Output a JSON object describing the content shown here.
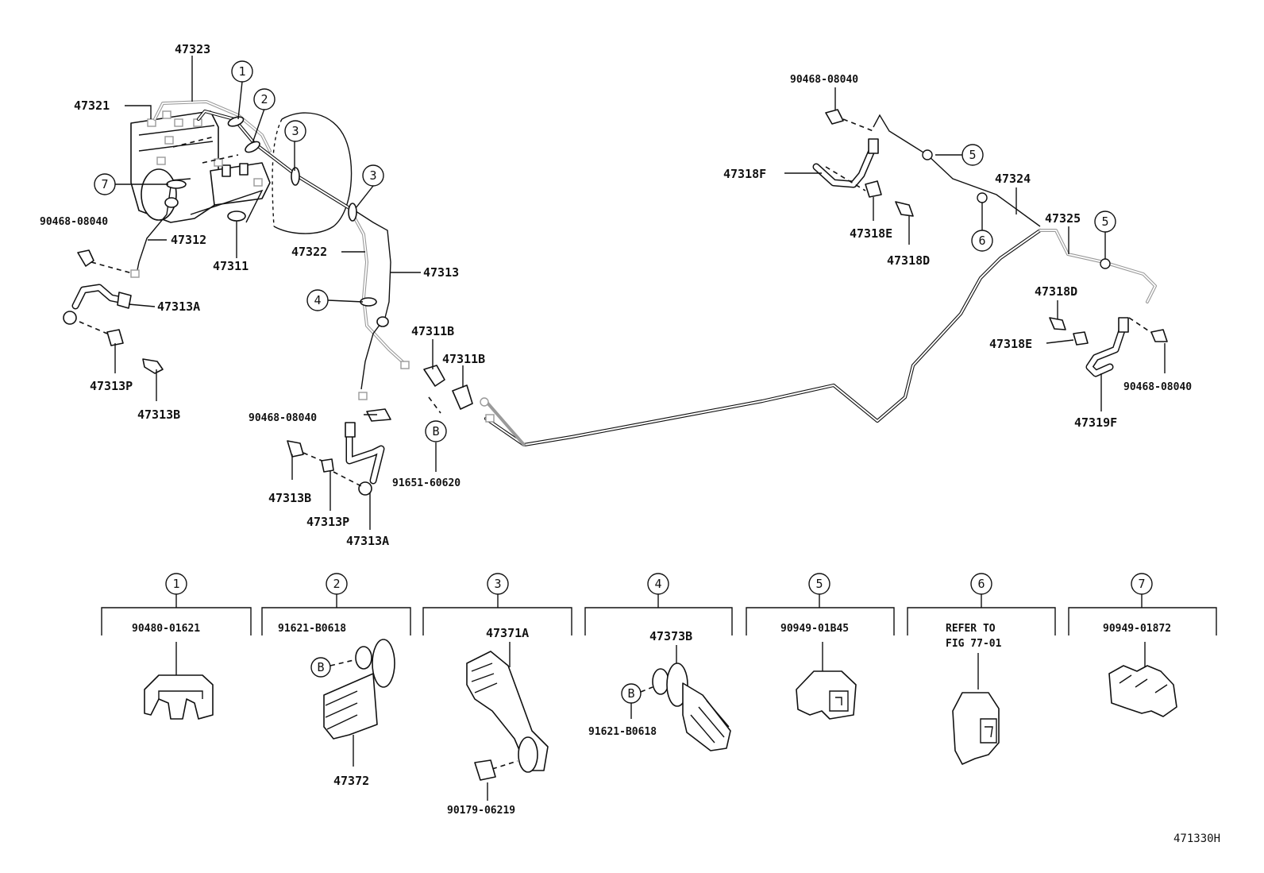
{
  "labels": {
    "p47323": "47323",
    "p47321": "47321",
    "p90468_a": "90468-08040",
    "p47312": "47312",
    "p47311": "47311",
    "p47322": "47322",
    "p47313": "47313",
    "p47313A_a": "47313A",
    "p47313P_a": "47313P",
    "p47313B_a": "47313B",
    "p47311B_a": "47311B",
    "p47311B_b": "47311B",
    "p90468_b": "90468-08040",
    "p91651": "91651-60620",
    "p47313B_b": "47313B",
    "p47313P_b": "47313P",
    "p47313A_b": "47313A",
    "p90468_c": "90468-08040",
    "p47318F": "47318F",
    "p47318E_a": "47318E",
    "p47318D_a": "47318D",
    "p47324": "47324",
    "p47325": "47325",
    "p47318D_b": "47318D",
    "p47318E_b": "47318E",
    "p90468_d": "90468-08040",
    "p47319F": "47319F"
  },
  "callouts": {
    "c1": "1",
    "c2": "2",
    "c3a": "3",
    "c3b": "3",
    "c4": "4",
    "c5a": "5",
    "c5b": "5",
    "c6": "6",
    "c7": "7",
    "cBa": "B",
    "cBb": "B",
    "cBc": "B"
  },
  "legend": {
    "k1": "1",
    "k2": "2",
    "k3": "3",
    "k4": "4",
    "k5": "5",
    "k6": "6",
    "k7": "7",
    "part1": "90480-01621",
    "part2": "91621-B0618",
    "part2b": "47372",
    "part3": "47371A",
    "part3b": "90179-06219",
    "part4": "47373B",
    "part4b": "91621-B0618",
    "part5": "90949-01B45",
    "part6_line1": "REFER TO",
    "part6_line2": "FIG 77-01",
    "part7": "90949-01872"
  },
  "figure_code": "471330H"
}
